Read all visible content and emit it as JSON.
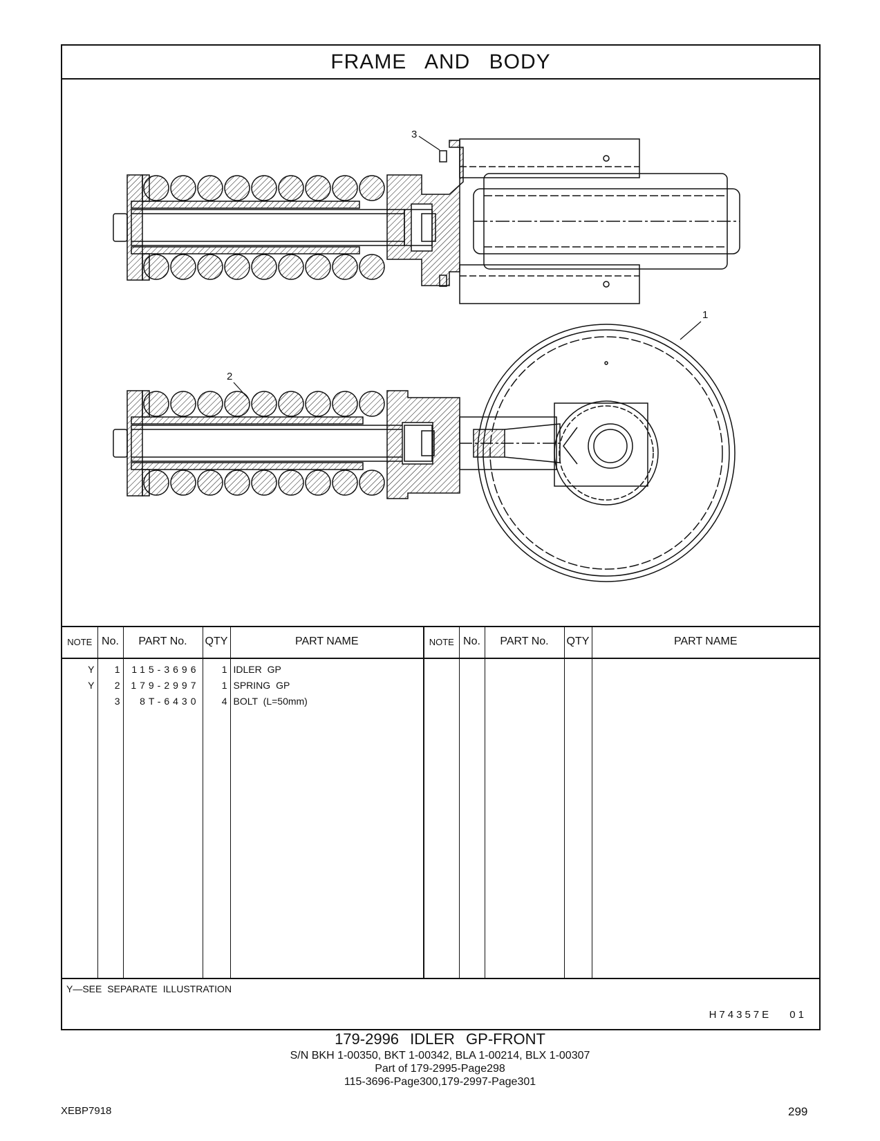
{
  "page": {
    "title": "FRAME AND BODY",
    "callouts": [
      "1",
      "2",
      "3"
    ],
    "table_headers": {
      "note": "NOTE",
      "no": "No.",
      "part_no": "PART No.",
      "qty": "QTY",
      "part_name": "PART NAME"
    },
    "parts": [
      {
        "note": "Y",
        "no": "1",
        "part_no": "115-3696",
        "qty": "1",
        "name": "IDLER GP"
      },
      {
        "note": "Y",
        "no": "2",
        "part_no": "179-2997",
        "qty": "1",
        "name": "SPRING GP"
      },
      {
        "note": "",
        "no": "3",
        "part_no": "8T-6430",
        "qty": "4",
        "name": "BOLT (L=50mm)"
      }
    ],
    "footnote": "Y—SEE SEPARATE ILLUSTRATION",
    "ref_code": "H74357E 01",
    "caption": {
      "line1": "179-2996 IDLER GP-FRONT",
      "line2": "S/N BKH 1-00350, BKT 1-00342, BLA 1-00214, BLX 1-00307",
      "line3": "Part of 179-2995-Page298",
      "line4": "115-3696-Page300,179-2997-Page301"
    },
    "doc_id": "XEBP7918",
    "page_number": "299"
  }
}
